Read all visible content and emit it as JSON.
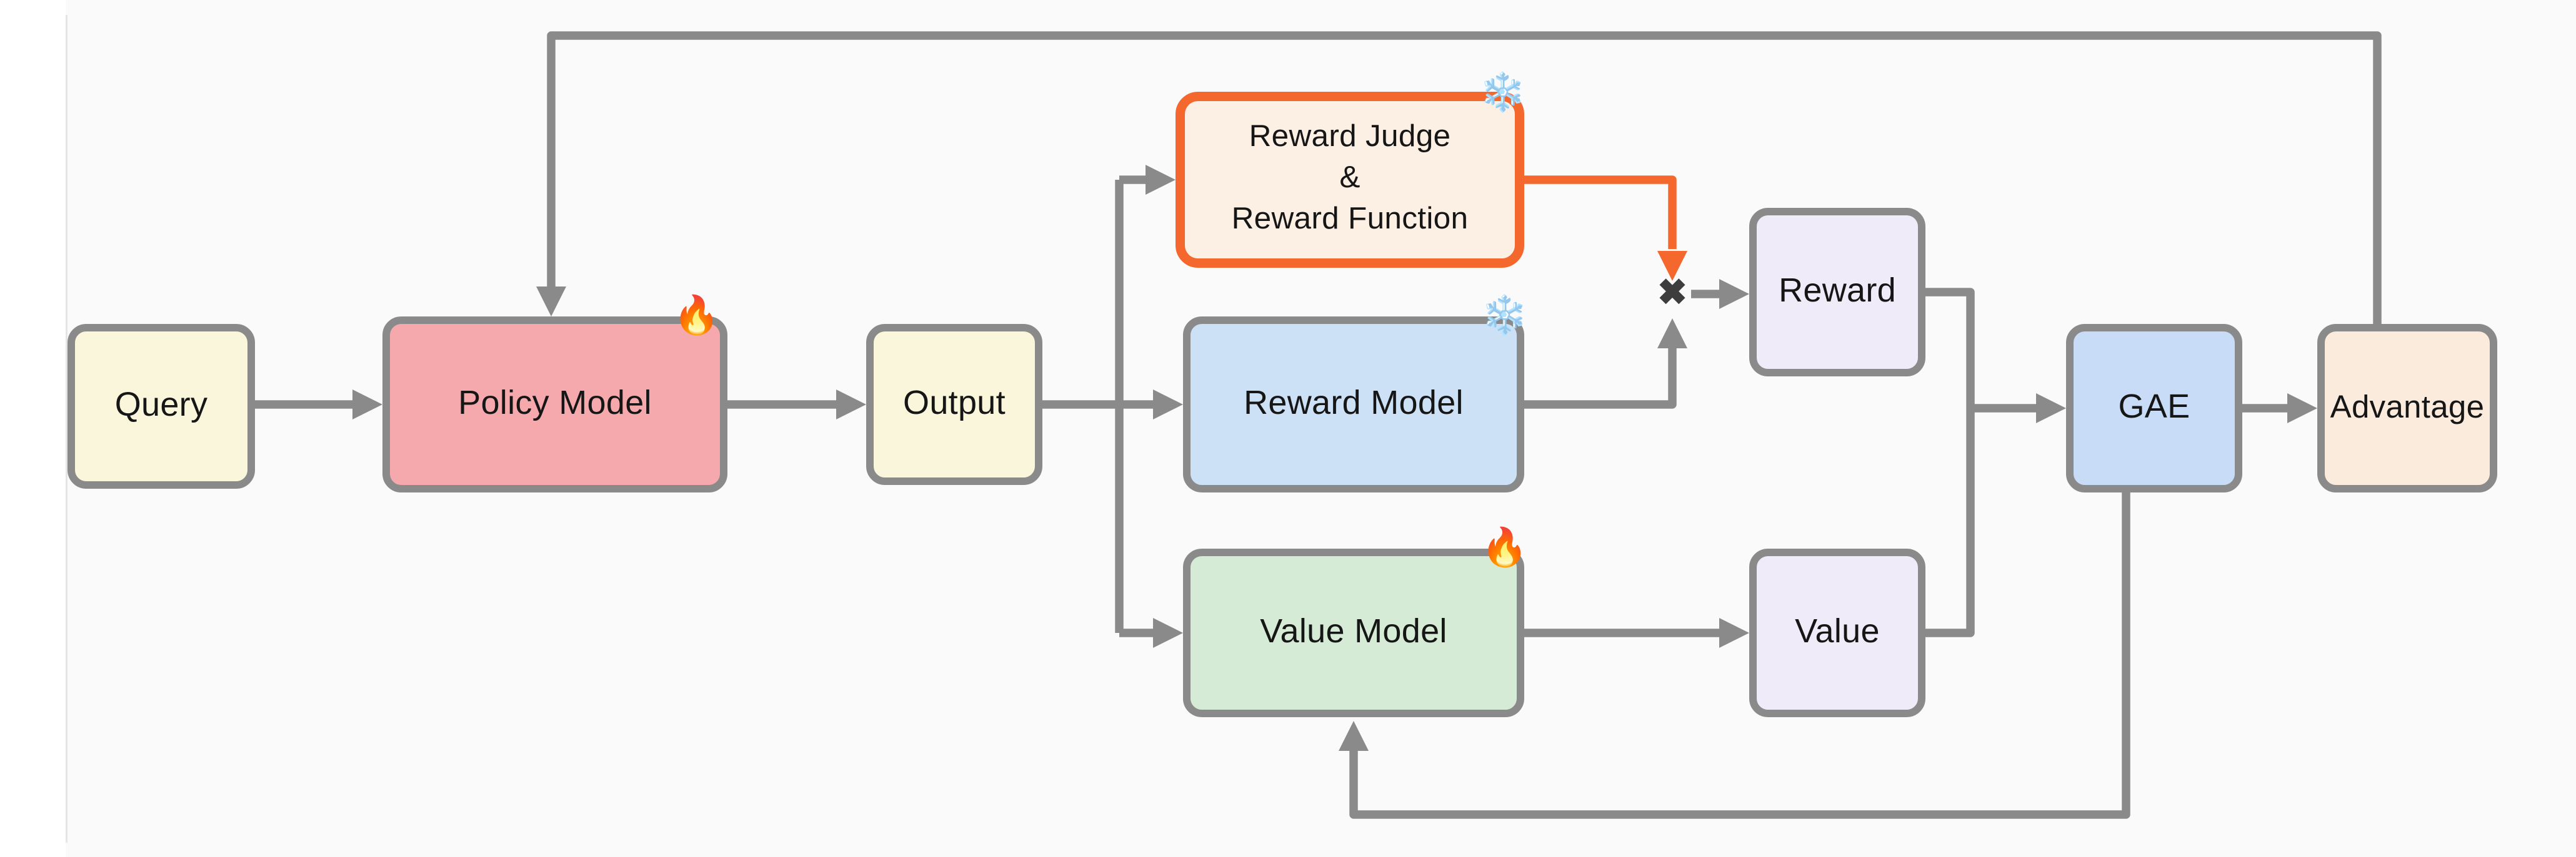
{
  "diagram": {
    "description": "RL training flow diagram (PPO-style) with reward judge / reward model / value model and GAE advantage feedback loops"
  },
  "palette": {
    "background": "#fafafa",
    "node_border_gray": "#8a8a8a",
    "arrow_gray": "#8a8a8a",
    "accent_orange": "#f4682e",
    "text_color": "#161616",
    "fire_fallback": "#f68b1f",
    "snowflake_fallback": "#8ec9ef"
  },
  "icons": {
    "fire": "🔥",
    "snowflake": "❄️"
  },
  "junctions": {
    "multiply_symbol": "✖"
  },
  "nodes": [
    {
      "id": "query",
      "label": "Query",
      "fill": "#f9f6dc",
      "border": "#8a8a8a",
      "emoji": ""
    },
    {
      "id": "policy",
      "label": "Policy Model",
      "fill": "#f6a9ac",
      "border": "#8a8a8a",
      "emoji": "🔥"
    },
    {
      "id": "output",
      "label": "Output",
      "fill": "#f9f6dc",
      "border": "#8a8a8a",
      "emoji": ""
    },
    {
      "id": "judge",
      "label": "Reward Judge\n&\nReward Function",
      "fill": "#fcefe4",
      "border": "#f4682e",
      "emoji": "❄️"
    },
    {
      "id": "reward_model",
      "label": "Reward Model",
      "fill": "#cde1f6",
      "border": "#8a8a8a",
      "emoji": "❄️"
    },
    {
      "id": "value_model",
      "label": "Value Model",
      "fill": "#d5ebd6",
      "border": "#8a8a8a",
      "emoji": "🔥"
    },
    {
      "id": "reward",
      "label": "Reward",
      "fill": "#f0ebf9",
      "border": "#8a8a8a",
      "emoji": ""
    },
    {
      "id": "value",
      "label": "Value",
      "fill": "#f0ebf9",
      "border": "#8a8a8a",
      "emoji": ""
    },
    {
      "id": "gae",
      "label": "GAE",
      "fill": "#c9dcf7",
      "border": "#8a8a8a",
      "emoji": ""
    },
    {
      "id": "advantage",
      "label": "Advantage",
      "fill": "#faebdc",
      "border": "#8a8a8a",
      "emoji": ""
    }
  ],
  "edges": [
    {
      "from": "Query",
      "to": "Policy Model",
      "color": "#8a8a8a"
    },
    {
      "from": "Policy Model",
      "to": "Output",
      "color": "#8a8a8a"
    },
    {
      "from": "Output",
      "to": "Reward Judge & Reward Function",
      "color": "#8a8a8a"
    },
    {
      "from": "Output",
      "to": "Reward Model",
      "color": "#8a8a8a"
    },
    {
      "from": "Output",
      "to": "Value Model",
      "color": "#8a8a8a"
    },
    {
      "from": "Reward Judge & Reward Function",
      "to": "multiply-junction",
      "color": "#f4682e"
    },
    {
      "from": "Reward Model",
      "to": "multiply-junction",
      "color": "#8a8a8a"
    },
    {
      "from": "multiply-junction",
      "to": "Reward",
      "color": "#8a8a8a"
    },
    {
      "from": "Value Model",
      "to": "Value",
      "color": "#8a8a8a"
    },
    {
      "from": "Reward",
      "to": "GAE",
      "color": "#8a8a8a"
    },
    {
      "from": "Value",
      "to": "GAE",
      "color": "#8a8a8a"
    },
    {
      "from": "GAE",
      "to": "Advantage",
      "color": "#8a8a8a"
    },
    {
      "from": "Advantage",
      "to": "Policy Model",
      "color": "#8a8a8a"
    },
    {
      "from": "GAE",
      "to": "Value Model",
      "color": "#8a8a8a"
    }
  ]
}
